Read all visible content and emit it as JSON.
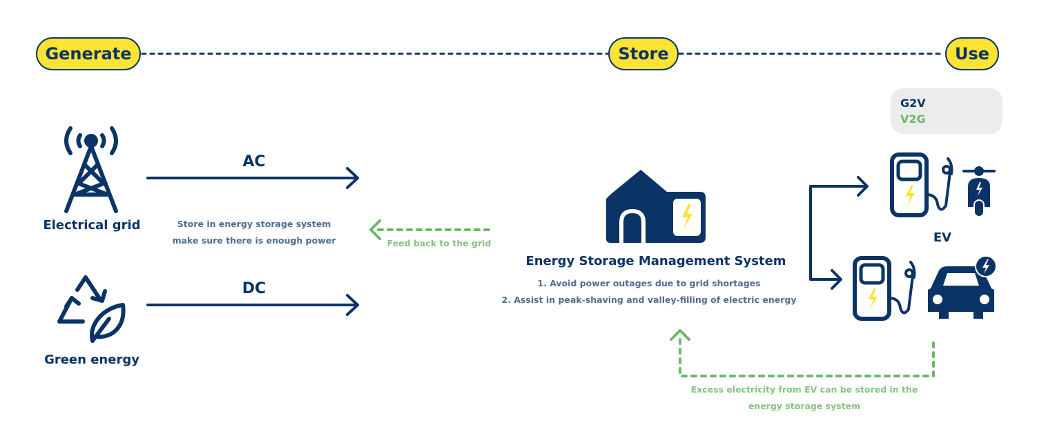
{
  "stages": {
    "generate": "Generate",
    "store": "Store",
    "use": "Use"
  },
  "legend": {
    "g2v": {
      "label": "G2V",
      "color": "#0b3466",
      "style": "solid"
    },
    "v2g": {
      "label": "V2G",
      "color": "#6cb866",
      "style": "dashed"
    }
  },
  "sources": {
    "grid": {
      "label": "Electrical grid",
      "icon": "transmission-tower-icon"
    },
    "green": {
      "label": "Green energy",
      "icon": "recycle-leaf-icon"
    }
  },
  "flows": {
    "ac": "AC",
    "dc": "DC",
    "store_note_line1": "Store in energy storage system",
    "store_note_line2": "make sure there is enough power",
    "feed_back": "Feed back to the grid",
    "ev_excess_line1": "Excess electricity from EV can be stored in the",
    "ev_excess_line2": "energy storage system"
  },
  "storage": {
    "title": "Energy Storage Management System",
    "point1": "1. Avoid power outages due to grid shortages",
    "point2": "2. Assist in peak-shaving and valley-filling of electric energy",
    "icon": "home-battery-icon"
  },
  "ev": {
    "label": "EV",
    "scooter_icon": "charger-scooter-icon",
    "car_icon": "charger-car-icon"
  },
  "colors": {
    "navy": "#0b3466",
    "yellow": "#fde334",
    "green": "#6cb866",
    "light_green": "#86c47f",
    "gray_text": "#4f6c8f",
    "legend_bg": "#ececec"
  }
}
